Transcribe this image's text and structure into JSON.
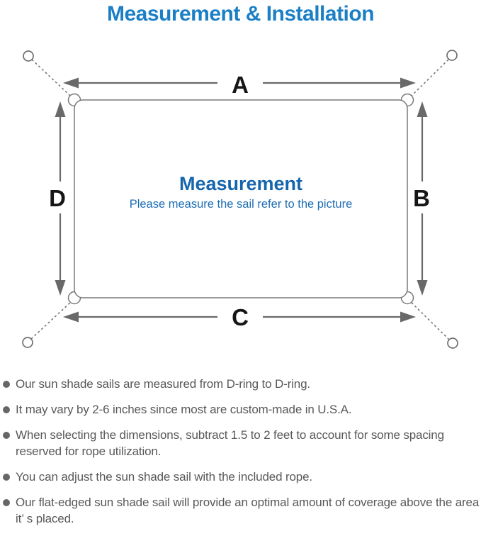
{
  "title": "Measurement & Installation",
  "diagram": {
    "side_labels": {
      "top": "A",
      "right": "B",
      "bottom": "C",
      "left": "D"
    },
    "center": {
      "heading": "Measurement",
      "subtitle": "Please measure the sail refer to the picture"
    }
  },
  "notes": {
    "items": [
      "Our sun shade sails are measured from D-ring to D-ring.",
      "It may vary by 2-6 inches since most are custom-made in U.S.A.",
      "When selecting the dimensions, subtract 1.5 to 2 feet to account for some spacing reserved for rope utilization.",
      "You can adjust the sun shade sail with the included rope.",
      "Our flat-edged sun shade sail will provide an optimal amount of coverage above the area it’ s placed."
    ]
  },
  "colors": {
    "title_blue": "#1b7fc5",
    "center_heading_blue": "#1566ad",
    "center_subtitle_blue": "#1f6eb5",
    "outline_gray": "#7a7a7a",
    "arrow_gray": "#696969",
    "label_black": "#161616",
    "body_text_gray": "#58585a"
  }
}
